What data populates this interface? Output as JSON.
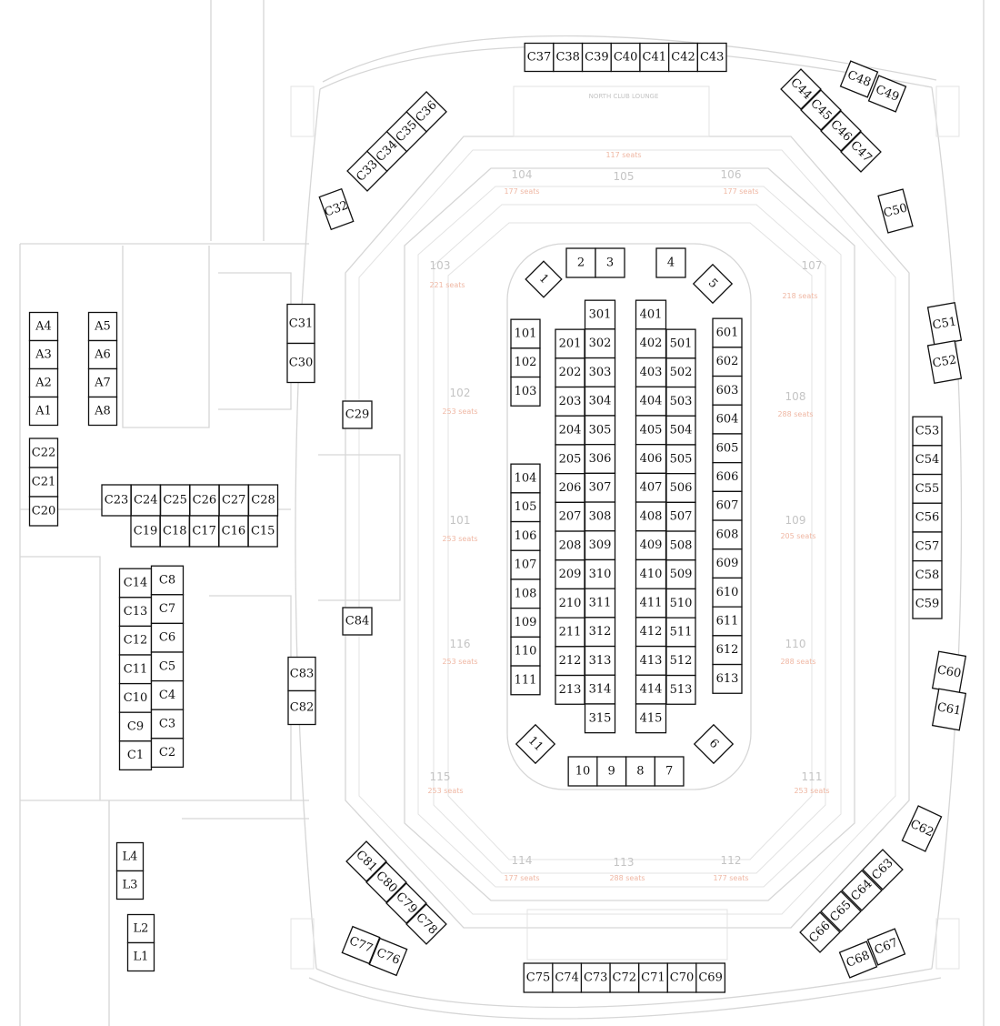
{
  "venue": {
    "lounge": "NORTH CLUB LOUNGE",
    "sections": [
      {
        "id": "103",
        "seats": "221 seats"
      },
      {
        "id": "104",
        "seats": "177 seats"
      },
      {
        "id": "105",
        "seats": "117 seats"
      },
      {
        "id": "106",
        "seats": "177 seats"
      },
      {
        "id": "107",
        "seats": "218 seats"
      },
      {
        "id": "102",
        "seats": "253 seats"
      },
      {
        "id": "108",
        "seats": "288 seats"
      },
      {
        "id": "101",
        "seats": "253 seats"
      },
      {
        "id": "109",
        "seats": "205 seats"
      },
      {
        "id": "116",
        "seats": "253 seats"
      },
      {
        "id": "110",
        "seats": "288 seats"
      },
      {
        "id": "115",
        "seats": "253 seats"
      },
      {
        "id": "111",
        "seats": "253 seats"
      },
      {
        "id": "114",
        "seats": "177 seats"
      },
      {
        "id": "113",
        "seats": "288 seats"
      },
      {
        "id": "112",
        "seats": "177 seats"
      }
    ]
  },
  "booths": [
    {
      "label": "A4"
    },
    {
      "label": "A3"
    },
    {
      "label": "A2"
    },
    {
      "label": "A1"
    },
    {
      "label": "A5"
    },
    {
      "label": "A6"
    },
    {
      "label": "A7"
    },
    {
      "label": "A8"
    },
    {
      "label": "C22"
    },
    {
      "label": "C21"
    },
    {
      "label": "C20"
    },
    {
      "label": "C23"
    },
    {
      "label": "C24"
    },
    {
      "label": "C25"
    },
    {
      "label": "C26"
    },
    {
      "label": "C27"
    },
    {
      "label": "C28"
    },
    {
      "label": "C19"
    },
    {
      "label": "C18"
    },
    {
      "label": "C17"
    },
    {
      "label": "C16"
    },
    {
      "label": "C15"
    },
    {
      "label": "C14"
    },
    {
      "label": "C13"
    },
    {
      "label": "C12"
    },
    {
      "label": "C11"
    },
    {
      "label": "C10"
    },
    {
      "label": "C9"
    },
    {
      "label": "C1"
    },
    {
      "label": "C8"
    },
    {
      "label": "C7"
    },
    {
      "label": "C6"
    },
    {
      "label": "C5"
    },
    {
      "label": "C4"
    },
    {
      "label": "C3"
    },
    {
      "label": "C2"
    },
    {
      "label": "L4"
    },
    {
      "label": "L3"
    },
    {
      "label": "L2"
    },
    {
      "label": "L1"
    },
    {
      "label": "C31"
    },
    {
      "label": "C30"
    },
    {
      "label": "C29"
    },
    {
      "label": "C84"
    },
    {
      "label": "C83"
    },
    {
      "label": "C82"
    },
    {
      "label": "C32"
    },
    {
      "label": "C33"
    },
    {
      "label": "C34"
    },
    {
      "label": "C35"
    },
    {
      "label": "C36"
    },
    {
      "label": "C37"
    },
    {
      "label": "C38"
    },
    {
      "label": "C39"
    },
    {
      "label": "C40"
    },
    {
      "label": "C41"
    },
    {
      "label": "C42"
    },
    {
      "label": "C43"
    },
    {
      "label": "C44"
    },
    {
      "label": "C45"
    },
    {
      "label": "C46"
    },
    {
      "label": "C47"
    },
    {
      "label": "C48"
    },
    {
      "label": "C49"
    },
    {
      "label": "C50"
    },
    {
      "label": "C51"
    },
    {
      "label": "C52"
    },
    {
      "label": "C53"
    },
    {
      "label": "C54"
    },
    {
      "label": "C55"
    },
    {
      "label": "C56"
    },
    {
      "label": "C57"
    },
    {
      "label": "C58"
    },
    {
      "label": "C59"
    },
    {
      "label": "C60"
    },
    {
      "label": "C61"
    },
    {
      "label": "C62"
    },
    {
      "label": "C63"
    },
    {
      "label": "C64"
    },
    {
      "label": "C65"
    },
    {
      "label": "C66"
    },
    {
      "label": "C67"
    },
    {
      "label": "C68"
    },
    {
      "label": "C69"
    },
    {
      "label": "C70"
    },
    {
      "label": "C71"
    },
    {
      "label": "C72"
    },
    {
      "label": "C73"
    },
    {
      "label": "C74"
    },
    {
      "label": "C75"
    },
    {
      "label": "C76"
    },
    {
      "label": "C77"
    },
    {
      "label": "C78"
    },
    {
      "label": "C79"
    },
    {
      "label": "C80"
    },
    {
      "label": "C81"
    },
    {
      "label": "1"
    },
    {
      "label": "2"
    },
    {
      "label": "3"
    },
    {
      "label": "4"
    },
    {
      "label": "5"
    },
    {
      "label": "6"
    },
    {
      "label": "7"
    },
    {
      "label": "8"
    },
    {
      "label": "9"
    },
    {
      "label": "10"
    },
    {
      "label": "11"
    },
    {
      "label": "101"
    },
    {
      "label": "102"
    },
    {
      "label": "103"
    },
    {
      "label": "104"
    },
    {
      "label": "105"
    },
    {
      "label": "106"
    },
    {
      "label": "107"
    },
    {
      "label": "108"
    },
    {
      "label": "109"
    },
    {
      "label": "110"
    },
    {
      "label": "111"
    },
    {
      "label": "201"
    },
    {
      "label": "202"
    },
    {
      "label": "203"
    },
    {
      "label": "204"
    },
    {
      "label": "205"
    },
    {
      "label": "206"
    },
    {
      "label": "207"
    },
    {
      "label": "208"
    },
    {
      "label": "209"
    },
    {
      "label": "210"
    },
    {
      "label": "211"
    },
    {
      "label": "212"
    },
    {
      "label": "213"
    },
    {
      "label": "301"
    },
    {
      "label": "302"
    },
    {
      "label": "303"
    },
    {
      "label": "304"
    },
    {
      "label": "305"
    },
    {
      "label": "306"
    },
    {
      "label": "307"
    },
    {
      "label": "308"
    },
    {
      "label": "309"
    },
    {
      "label": "310"
    },
    {
      "label": "311"
    },
    {
      "label": "312"
    },
    {
      "label": "313"
    },
    {
      "label": "314"
    },
    {
      "label": "315"
    },
    {
      "label": "401"
    },
    {
      "label": "402"
    },
    {
      "label": "403"
    },
    {
      "label": "404"
    },
    {
      "label": "405"
    },
    {
      "label": "406"
    },
    {
      "label": "407"
    },
    {
      "label": "408"
    },
    {
      "label": "409"
    },
    {
      "label": "410"
    },
    {
      "label": "411"
    },
    {
      "label": "412"
    },
    {
      "label": "413"
    },
    {
      "label": "414"
    },
    {
      "label": "415"
    },
    {
      "label": "501"
    },
    {
      "label": "502"
    },
    {
      "label": "503"
    },
    {
      "label": "504"
    },
    {
      "label": "505"
    },
    {
      "label": "506"
    },
    {
      "label": "507"
    },
    {
      "label": "508"
    },
    {
      "label": "509"
    },
    {
      "label": "510"
    },
    {
      "label": "511"
    },
    {
      "label": "512"
    },
    {
      "label": "513"
    },
    {
      "label": "601"
    },
    {
      "label": "602"
    },
    {
      "label": "603"
    },
    {
      "label": "604"
    },
    {
      "label": "605"
    },
    {
      "label": "606"
    },
    {
      "label": "607"
    },
    {
      "label": "608"
    },
    {
      "label": "609"
    },
    {
      "label": "610"
    },
    {
      "label": "611"
    },
    {
      "label": "612"
    },
    {
      "label": "613"
    }
  ]
}
